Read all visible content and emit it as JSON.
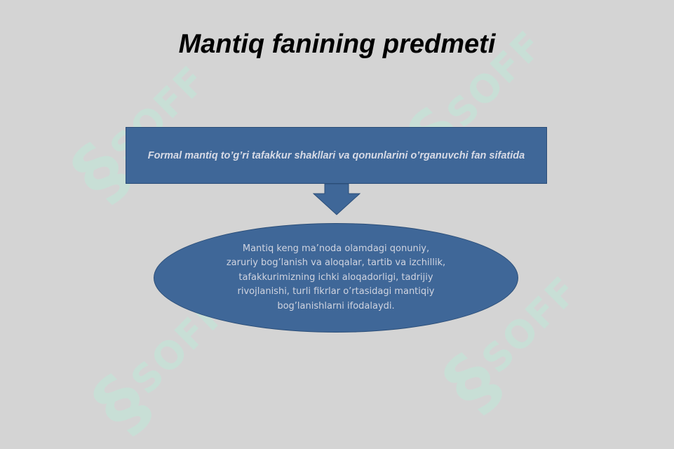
{
  "slide": {
    "title": "Mantiq fanining predmeti",
    "box_text": "Formal mantiq to’g’ri tafakkur shakllari va qonunlarini o’rganuvchi fan sifatida",
    "ellipse_lines": [
      "Mantiq keng ma’noda olamdagi qonuniy,",
      "zaruriy bog’lanish va aloqalar, tartib va izchillik,",
      "tafakkurimizning ichki aloqadorligi, tadrijiy",
      "rivojlanishi, turli fikrlar o’rtasidagi mantiqiy",
      "bog’lanishlarni ifodalaydi."
    ]
  },
  "watermark": {
    "text": "SOFF",
    "color": "#bfe8d9"
  },
  "colors": {
    "shape_fill": "#3f6798",
    "shape_border": "#2b4e78",
    "background": "#d4d4d4"
  }
}
